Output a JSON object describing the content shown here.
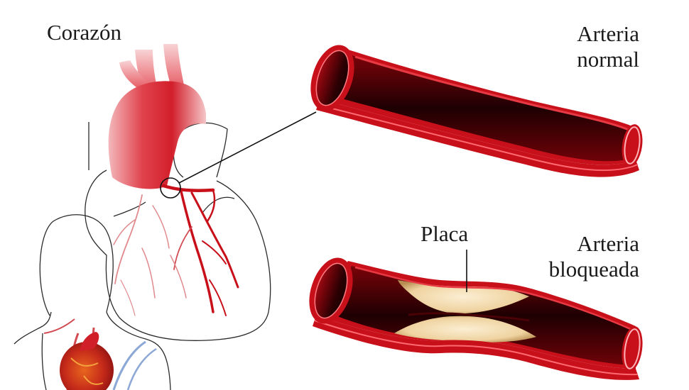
{
  "labels": {
    "heart": "Corazón",
    "normal_artery_line1": "Arteria",
    "normal_artery_line2": "normal",
    "plaque": "Placa",
    "blocked_artery_line1": "Arteria",
    "blocked_artery_line2": "bloqueada"
  },
  "colors": {
    "artery_outer": "#c8101a",
    "artery_dark": "#2a0003",
    "artery_lumen": "#8c0a10",
    "plaque": "#f2d9a6",
    "plaque_shadow": "#c9a46a",
    "outline": "#222222",
    "vessel_light": "#e88a8a",
    "vein_blue": "#8ca8d6"
  }
}
